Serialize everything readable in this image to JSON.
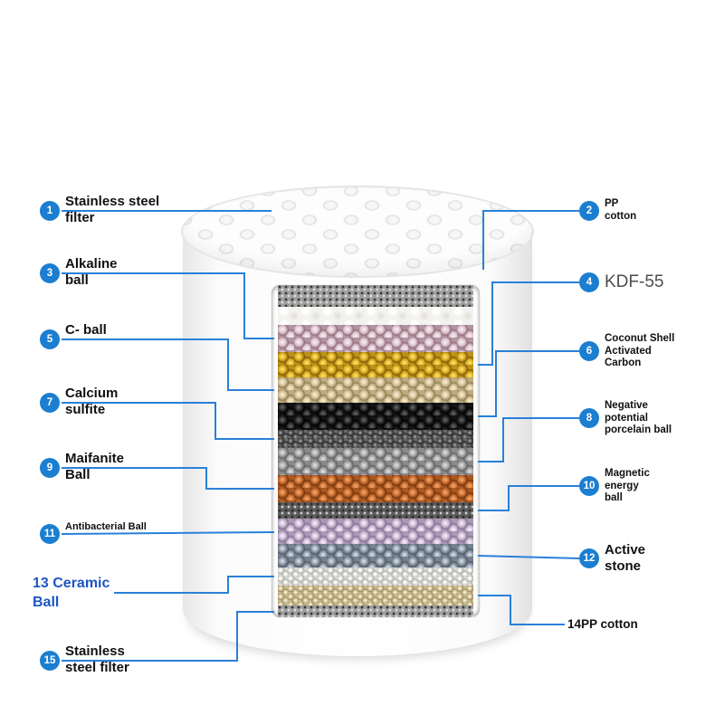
{
  "colors": {
    "badge_blue": "#1b7ed0",
    "leader_line_blue": "#2a80d8",
    "ceramic_label_blue": "#1d55c4",
    "kdf_label_gray": "#4d4d4d",
    "label_text_black": "#111111"
  },
  "labels": {
    "l1": {
      "num": "1",
      "text": "Stainless steel\nfilter"
    },
    "l2": {
      "num": "2",
      "text": "PP\ncotton"
    },
    "l3": {
      "num": "3",
      "text": "Alkaline\nball"
    },
    "l4": {
      "num": "4",
      "text": "KDF-55"
    },
    "l5": {
      "num": "5",
      "text": "C- ball"
    },
    "l6": {
      "num": "6",
      "text": "Coconut Shell\nActivated\nCarbon"
    },
    "l7": {
      "num": "7",
      "text": "Calcium\nsulfite"
    },
    "l8": {
      "num": "8",
      "text": "Negative\npotential\nporcelain ball"
    },
    "l9": {
      "num": "9",
      "text": "Maifanite\nBall"
    },
    "l10": {
      "num": "10",
      "text": "Magnetic\nenergy\nball"
    },
    "l11": {
      "num": "11",
      "text": "Antibacterial Ball"
    },
    "l12": {
      "num": "12",
      "text": "Active\nstone"
    },
    "l13": {
      "text": "13 Ceramic\nBall"
    },
    "l14": {
      "text": "14PP cotton"
    },
    "l15": {
      "num": "15",
      "text": "Stainless\nsteel filter"
    }
  },
  "filter_layers": [
    {
      "name": "Stainless steel mesh (top)",
      "color": "#9e9e9e"
    },
    {
      "name": "PP cotton",
      "color": "#f3f2ee"
    },
    {
      "name": "Alkaline ball",
      "color": "#b294a1"
    },
    {
      "name": "KDF-55",
      "color": "#bd9218"
    },
    {
      "name": "C-ball",
      "color": "#c0ab7e"
    },
    {
      "name": "Coconut shell activated carbon",
      "color": "#131313"
    },
    {
      "name": "Calcium sulfite",
      "color": "#686868"
    },
    {
      "name": "Negative potential porcelain ball",
      "color": "#8a8a8a"
    },
    {
      "name": "Maifanite ball",
      "color": "#ab581f"
    },
    {
      "name": "Magnetic energy ball layer",
      "color": "#5c5c5c"
    },
    {
      "name": "Antibacterial ball",
      "color": "#ab98b4"
    },
    {
      "name": "Active stone",
      "color": "#76828f"
    },
    {
      "name": "Ceramic ball",
      "color": "#d8d8d4"
    },
    {
      "name": "PP cotton (fine)",
      "color": "#c9bb90"
    },
    {
      "name": "Stainless steel mesh (bottom)",
      "color": "#9e9e9e"
    }
  ]
}
